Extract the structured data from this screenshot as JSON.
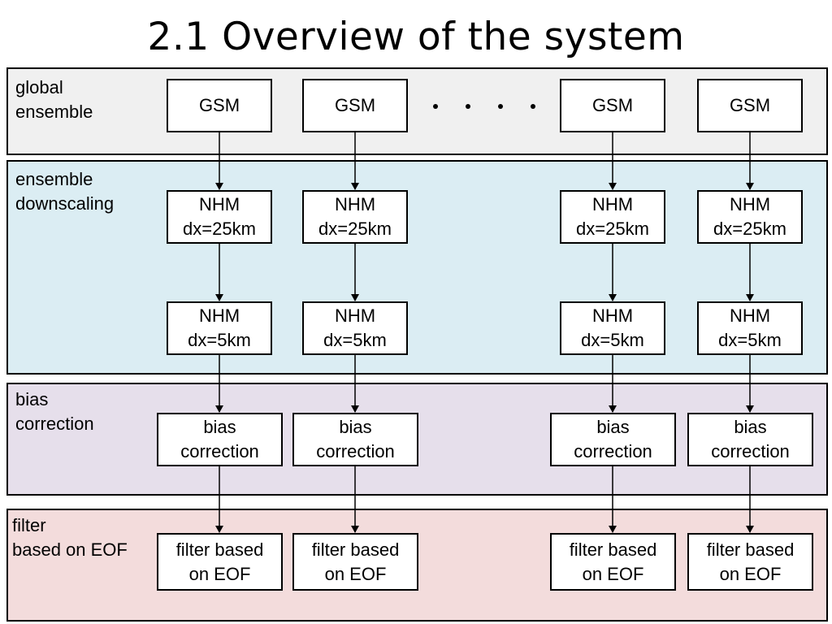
{
  "title": "2.1  Overview of the system",
  "colors": {
    "global_band": "#f0f0f0",
    "downscaling_band": "#dbedf3",
    "bias_band": "#e6dfeb",
    "filter_band": "#f3dcdc"
  },
  "bands": {
    "global": {
      "label": "global\nensemble"
    },
    "downscaling": {
      "label": "ensemble\ndownscaling"
    },
    "bias": {
      "label": "bias\ncorrection"
    },
    "filter": {
      "label": "filter\nbased on EOF"
    }
  },
  "columns": [
    {
      "gsm": "GSM",
      "nhm25": "NHM\ndx=25km",
      "nhm5": "NHM\ndx=5km",
      "bias": "bias\ncorrection",
      "filter": "filter based\non EOF"
    },
    {
      "gsm": "GSM",
      "nhm25": "NHM\ndx=25km",
      "nhm5": "NHM\ndx=5km",
      "bias": "bias\ncorrection",
      "filter": "filter based\non EOF"
    },
    {
      "gsm": "GSM",
      "nhm25": "NHM\ndx=25km",
      "nhm5": "NHM\ndx=5km",
      "bias": "bias\ncorrection",
      "filter": "filter based\non EOF"
    },
    {
      "gsm": "GSM",
      "nhm25": "NHM\ndx=25km",
      "nhm5": "NHM\ndx=5km",
      "bias": "bias\ncorrection",
      "filter": "filter based\non EOF"
    }
  ],
  "ellipsis_icon": "ellipsis-dots"
}
